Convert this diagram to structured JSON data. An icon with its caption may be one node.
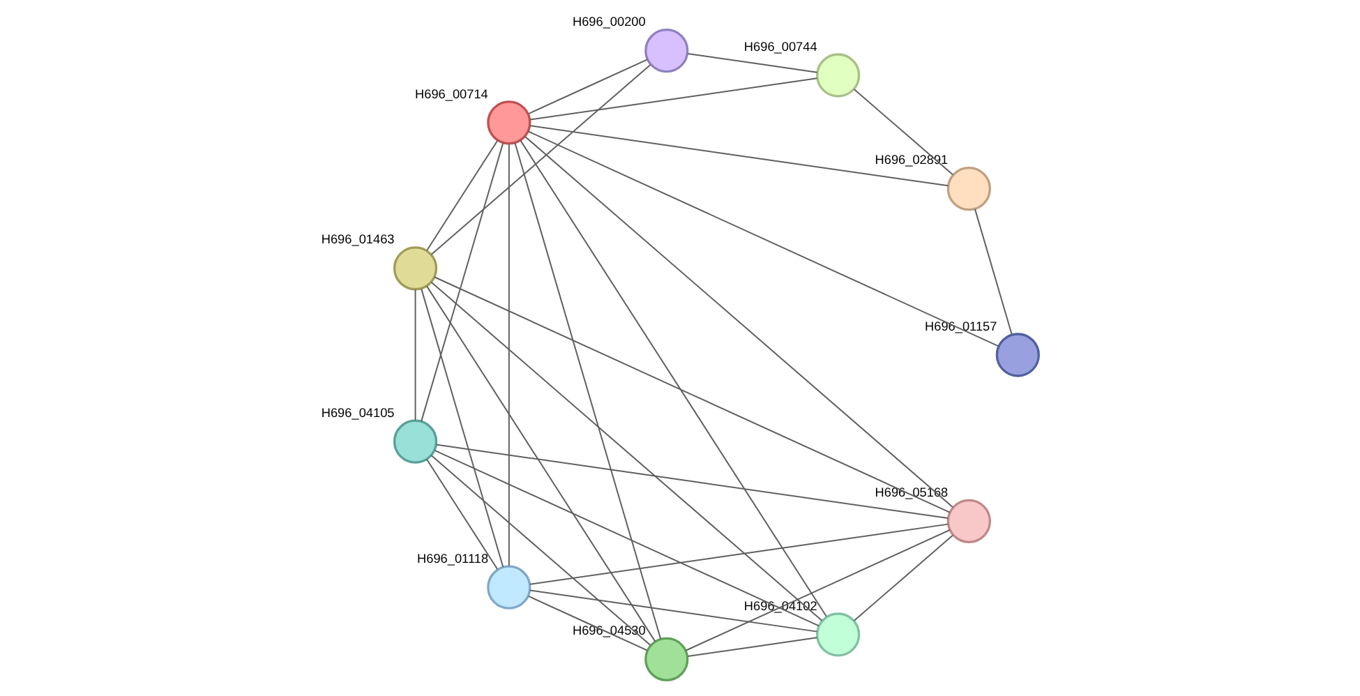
{
  "diagram": {
    "nodes": [
      {
        "text": [],
        "shape": "circle",
        "beside": [
          "H696_00744"
        ]
      },
      {
        "text": [],
        "shape": "circle",
        "beside": [
          "H696_02891"
        ]
      },
      {
        "text": [],
        "shape": "circle",
        "beside": [
          "H696_01157"
        ]
      },
      {
        "text": [],
        "shape": "circle",
        "beside": [
          "H696_00200"
        ]
      },
      {
        "text": [],
        "shape": "circle",
        "beside": [
          "H696_00714"
        ]
      },
      {
        "text": [],
        "shape": "circle",
        "beside": [
          "H696_01463"
        ]
      },
      {
        "text": [],
        "shape": "circle",
        "beside": [
          "H696_05168"
        ]
      },
      {
        "text": [],
        "shape": "circle",
        "beside": [
          "H696_04102"
        ]
      },
      {
        "text": [],
        "shape": "circle",
        "beside": [
          "H696_04530"
        ]
      },
      {
        "text": [],
        "shape": "circle",
        "beside": [
          "H696_01118"
        ]
      },
      {
        "text": [],
        "shape": "circle",
        "beside": [
          "H696_04105"
        ]
      }
    ],
    "edges": [
      {
        "from": 0,
        "to": 1,
        "arrow": "none"
      },
      {
        "from": 1,
        "to": 2,
        "arrow": "none"
      },
      {
        "from": 0,
        "to": 3,
        "arrow": "none"
      },
      {
        "from": 0,
        "to": 4,
        "arrow": "none"
      },
      {
        "from": 1,
        "to": 4,
        "arrow": "none"
      },
      {
        "from": 2,
        "to": 4,
        "arrow": "none"
      },
      {
        "from": 3,
        "to": 4,
        "arrow": "none"
      },
      {
        "from": 3,
        "to": 5,
        "arrow": "none"
      },
      {
        "from": 4,
        "to": 5,
        "arrow": "none"
      },
      {
        "from": 4,
        "to": 6,
        "arrow": "none"
      },
      {
        "from": 4,
        "to": 7,
        "arrow": "none"
      },
      {
        "from": 4,
        "to": 8,
        "arrow": "none"
      },
      {
        "from": 4,
        "to": 9,
        "arrow": "none"
      },
      {
        "from": 4,
        "to": 10,
        "arrow": "none"
      },
      {
        "from": 5,
        "to": 6,
        "arrow": "none"
      },
      {
        "from": 5,
        "to": 7,
        "arrow": "none"
      },
      {
        "from": 5,
        "to": 8,
        "arrow": "none"
      },
      {
        "from": 5,
        "to": 9,
        "arrow": "none"
      },
      {
        "from": 5,
        "to": 10,
        "arrow": "none"
      },
      {
        "from": 7,
        "to": 6,
        "arrow": "none"
      },
      {
        "from": 7,
        "to": 8,
        "arrow": "none"
      },
      {
        "from": 7,
        "to": 9,
        "arrow": "none"
      },
      {
        "from": 7,
        "to": 10,
        "arrow": "none"
      },
      {
        "from": 6,
        "to": 9,
        "arrow": "none"
      },
      {
        "from": 6,
        "to": 8,
        "arrow": "none"
      },
      {
        "from": 6,
        "to": 10,
        "arrow": "none"
      },
      {
        "from": 8,
        "to": 9,
        "arrow": "none"
      },
      {
        "from": 8,
        "to": 10,
        "arrow": "none"
      },
      {
        "from": 10,
        "to": 9,
        "arrow": "none"
      }
    ]
  }
}
